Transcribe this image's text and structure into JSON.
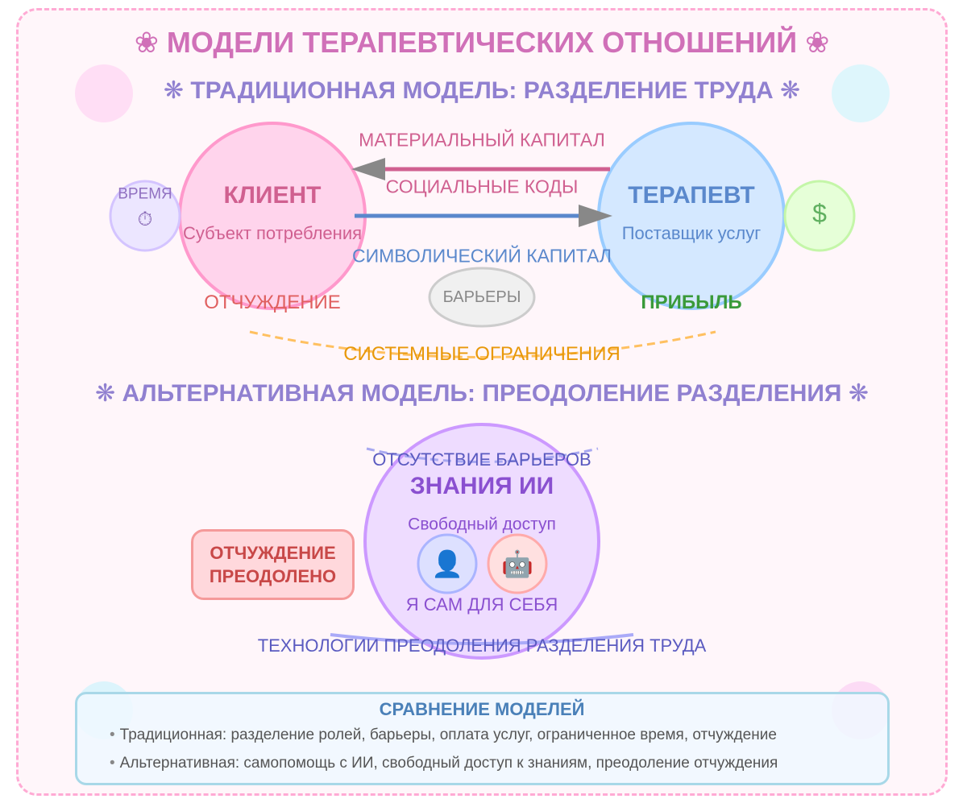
{
  "title": "❀ МОДЕЛИ ТЕРАПЕВТИЧЕСКИХ ОТНОШЕНИЙ ❀",
  "traditional": {
    "heading": "❋ ТРАДИЦИОННАЯ МОДЕЛЬ: РАЗДЕЛЕНИЕ ТРУДА ❋",
    "client": {
      "title": "КЛИЕНТ",
      "subtitle": "Субъект потребления",
      "fill": "#ffd4ec",
      "stroke": "#ff99cc",
      "text_color": "#d06090"
    },
    "therapist": {
      "title": "ТЕРАПЕВТ",
      "subtitle": "Поставщик услуг",
      "fill": "#d4e8ff",
      "stroke": "#99ccff",
      "text_color": "#5a88cc"
    },
    "time": {
      "label": "ВРЕМЯ",
      "icon": "⏱"
    },
    "money": {
      "icon": "$"
    },
    "flows": {
      "material_capital": "МАТЕРИАЛЬНЫЙ КАПИТАЛ",
      "social_codes": "СОЦИАЛЬНЫЕ КОДЫ",
      "symbolic_capital": "СИМВОЛИЧЕСКИЙ КАПИТАЛ"
    },
    "barriers": "БАРЬЕРЫ",
    "alienation": "ОТЧУЖДЕНИЕ",
    "profit": "ПРИБЫЛЬ",
    "system_constraints": "СИСТЕМНЫЕ ОГРАНИЧЕНИЯ"
  },
  "alternative": {
    "heading": "❋ АЛЬТЕРНАТИВНАЯ МОДЕЛЬ: ПРЕОДОЛЕНИЕ РАЗДЕЛЕНИЯ ❋",
    "no_barriers": "ОТСУТСТВИЕ БАРЬЕРОВ",
    "ai_knowledge": {
      "title": "ЗНАНИЯ ИИ",
      "subtitle": "Свободный доступ"
    },
    "person_icon": "👤",
    "robot_icon": "🤖",
    "self": "Я САМ ДЛЯ СЕБЯ",
    "alienation_overcome": {
      "line1": "ОТЧУЖДЕНИЕ",
      "line2": "ПРЕОДОЛЕНО"
    },
    "technologies": "ТЕХНОЛОГИИ ПРЕОДОЛЕНИЯ РАЗДЕЛЕНИЯ ТРУДА"
  },
  "comparison": {
    "title": "СРАВНЕНИЕ МОДЕЛЕЙ",
    "bullet": "•",
    "items": [
      "Традиционная: разделение ролей, барьеры, оплата услуг, ограниченное время, отчуждение",
      "Альтернативная: самопомощь с ИИ, свободный доступ к знаниям, преодоление отчуждения"
    ]
  }
}
